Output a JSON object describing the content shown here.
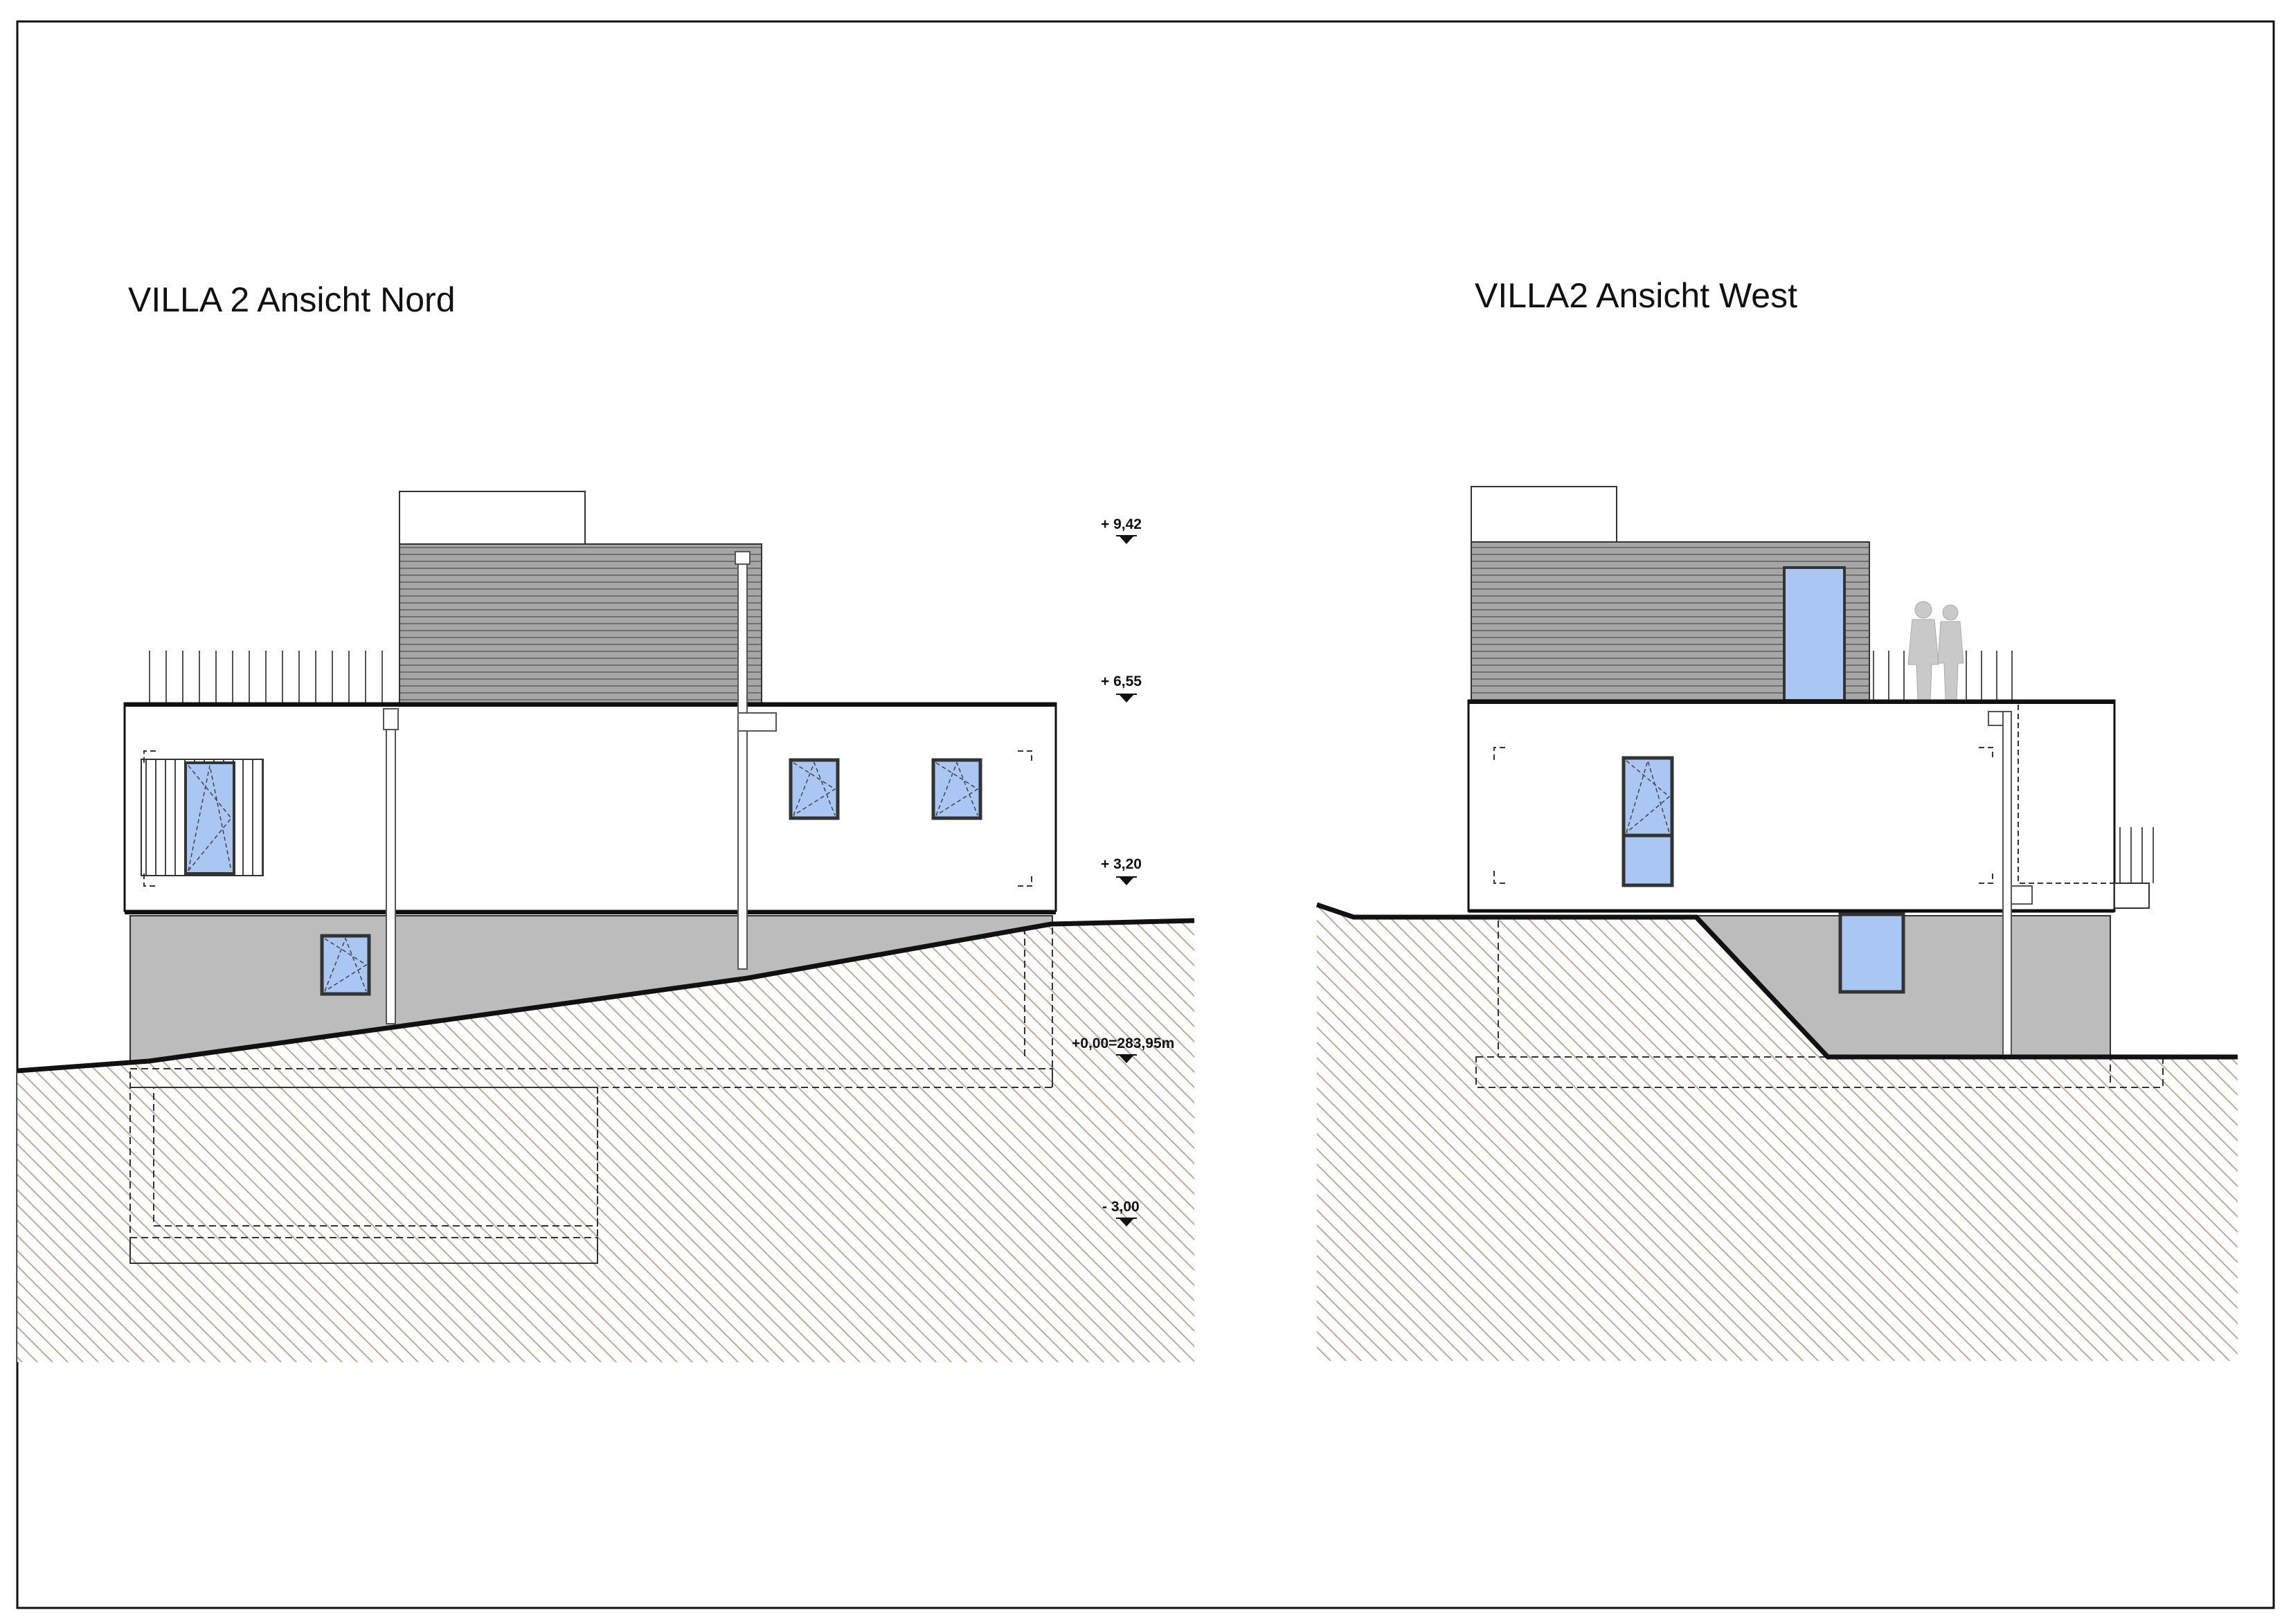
{
  "sheet": {
    "colors": {
      "ink": "#111111",
      "basement": "#bcbcbc",
      "glass": "#a9c7f2",
      "siding": "#8f8f8f",
      "soil_hatch": "#c9a68a"
    }
  },
  "north_view": {
    "title": "VILLA 2  Ansicht Nord",
    "levels": {
      "roof_top": "+ 9,42",
      "roof_terrace": "+ 6,55",
      "upper_floor": "+ 3,20",
      "ground_zero": "+0,00=283,95m",
      "basement": "- 3,00"
    }
  },
  "west_view": {
    "title": "VILLA2 Ansicht West"
  },
  "icons": {
    "level_marker": "filled-triangle-down",
    "window": "tilt-turn-window",
    "people": "two-standing-people"
  }
}
